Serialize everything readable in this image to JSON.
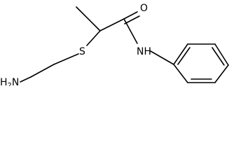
{
  "molecule": {
    "atoms": {
      "oxygen": "O",
      "sulfur": "S",
      "amide_nitrogen": "NH",
      "amine": {
        "base": "H",
        "subscript": "2",
        "suffix": "N"
      }
    },
    "colors": {
      "bond": "#000000",
      "label": "#000000",
      "background": "#ffffff"
    }
  }
}
